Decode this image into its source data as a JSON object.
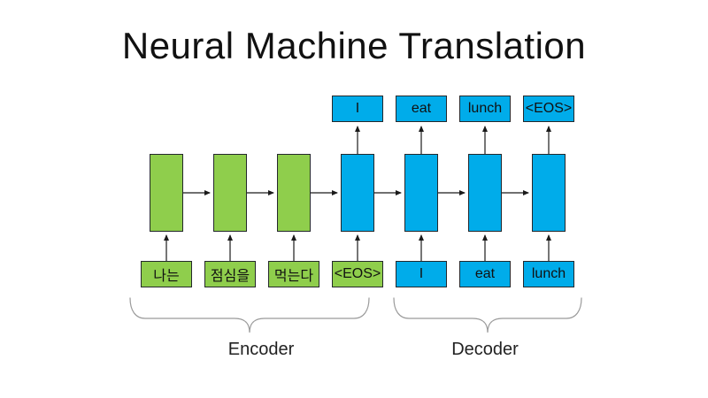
{
  "title": "Neural Machine Translation",
  "colors": {
    "encoder_green": "#8FCE4C",
    "decoder_blue": "#00ACEA",
    "box_border": "#24282c",
    "arrow_black": "#1a1a1a",
    "brace_gray": "#9a9a9a",
    "text_dark": "#111111"
  },
  "diagram": {
    "output_tokens": [
      "I",
      "eat",
      "lunch",
      "<EOS>"
    ],
    "encoder_input_tokens": [
      "나는",
      "점심을",
      "먹는다",
      "<EOS>"
    ],
    "decoder_input_tokens": [
      "I",
      "eat",
      "lunch"
    ],
    "encoder_label": "Encoder",
    "decoder_label": "Decoder"
  }
}
